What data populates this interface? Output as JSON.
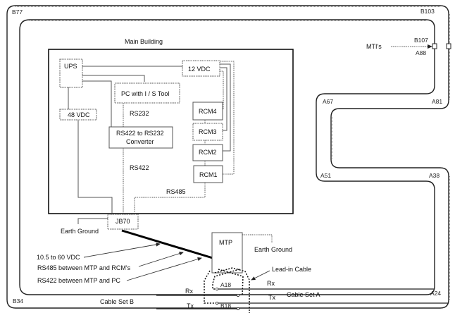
{
  "diagram": {
    "building_title": "Main Building",
    "cable_loops": {
      "cable_set_a_label": "Cable Set A",
      "cable_set_b_label": "Cable Set B",
      "markers": {
        "b77": "B77",
        "b103": "B103",
        "b107": "B107",
        "a88": "A88",
        "a67": "A67",
        "a81": "A81",
        "a51": "A51",
        "a38": "A38",
        "a24": "A24",
        "b34": "B34",
        "a18": "A18",
        "b18": "B18"
      },
      "mtis_label": "MTI's"
    },
    "components": {
      "ups": "UPS",
      "vdc12": "12 VDC",
      "pc": "PC with I / S Tool",
      "vdc48": "48 VDC",
      "converter_line1": "RS422 to RS232",
      "converter_line2": "Converter",
      "rcm4": "RCM4",
      "rcm3": "RCM3",
      "rcm2": "RCM2",
      "rcm1": "RCM1",
      "jb70": "JB70",
      "mtp": "MTP"
    },
    "links": {
      "rs232": "RS232",
      "rs422": "RS422",
      "rs485": "RS485"
    },
    "annotations": {
      "earth_ground_jb70": "Earth Ground",
      "earth_ground_mtp": "Earth Ground",
      "vdc_range": "10.5 to 60 VDC",
      "rs485_between": "RS485 between MTP and RCM's",
      "rs422_between": "RS422 between MTP and PC",
      "lead_in_cable": "Lead-in Cable",
      "rx_left": "Rx",
      "tx_left": "Tx",
      "rx_right": "Rx",
      "tx_right": "Tx"
    }
  }
}
